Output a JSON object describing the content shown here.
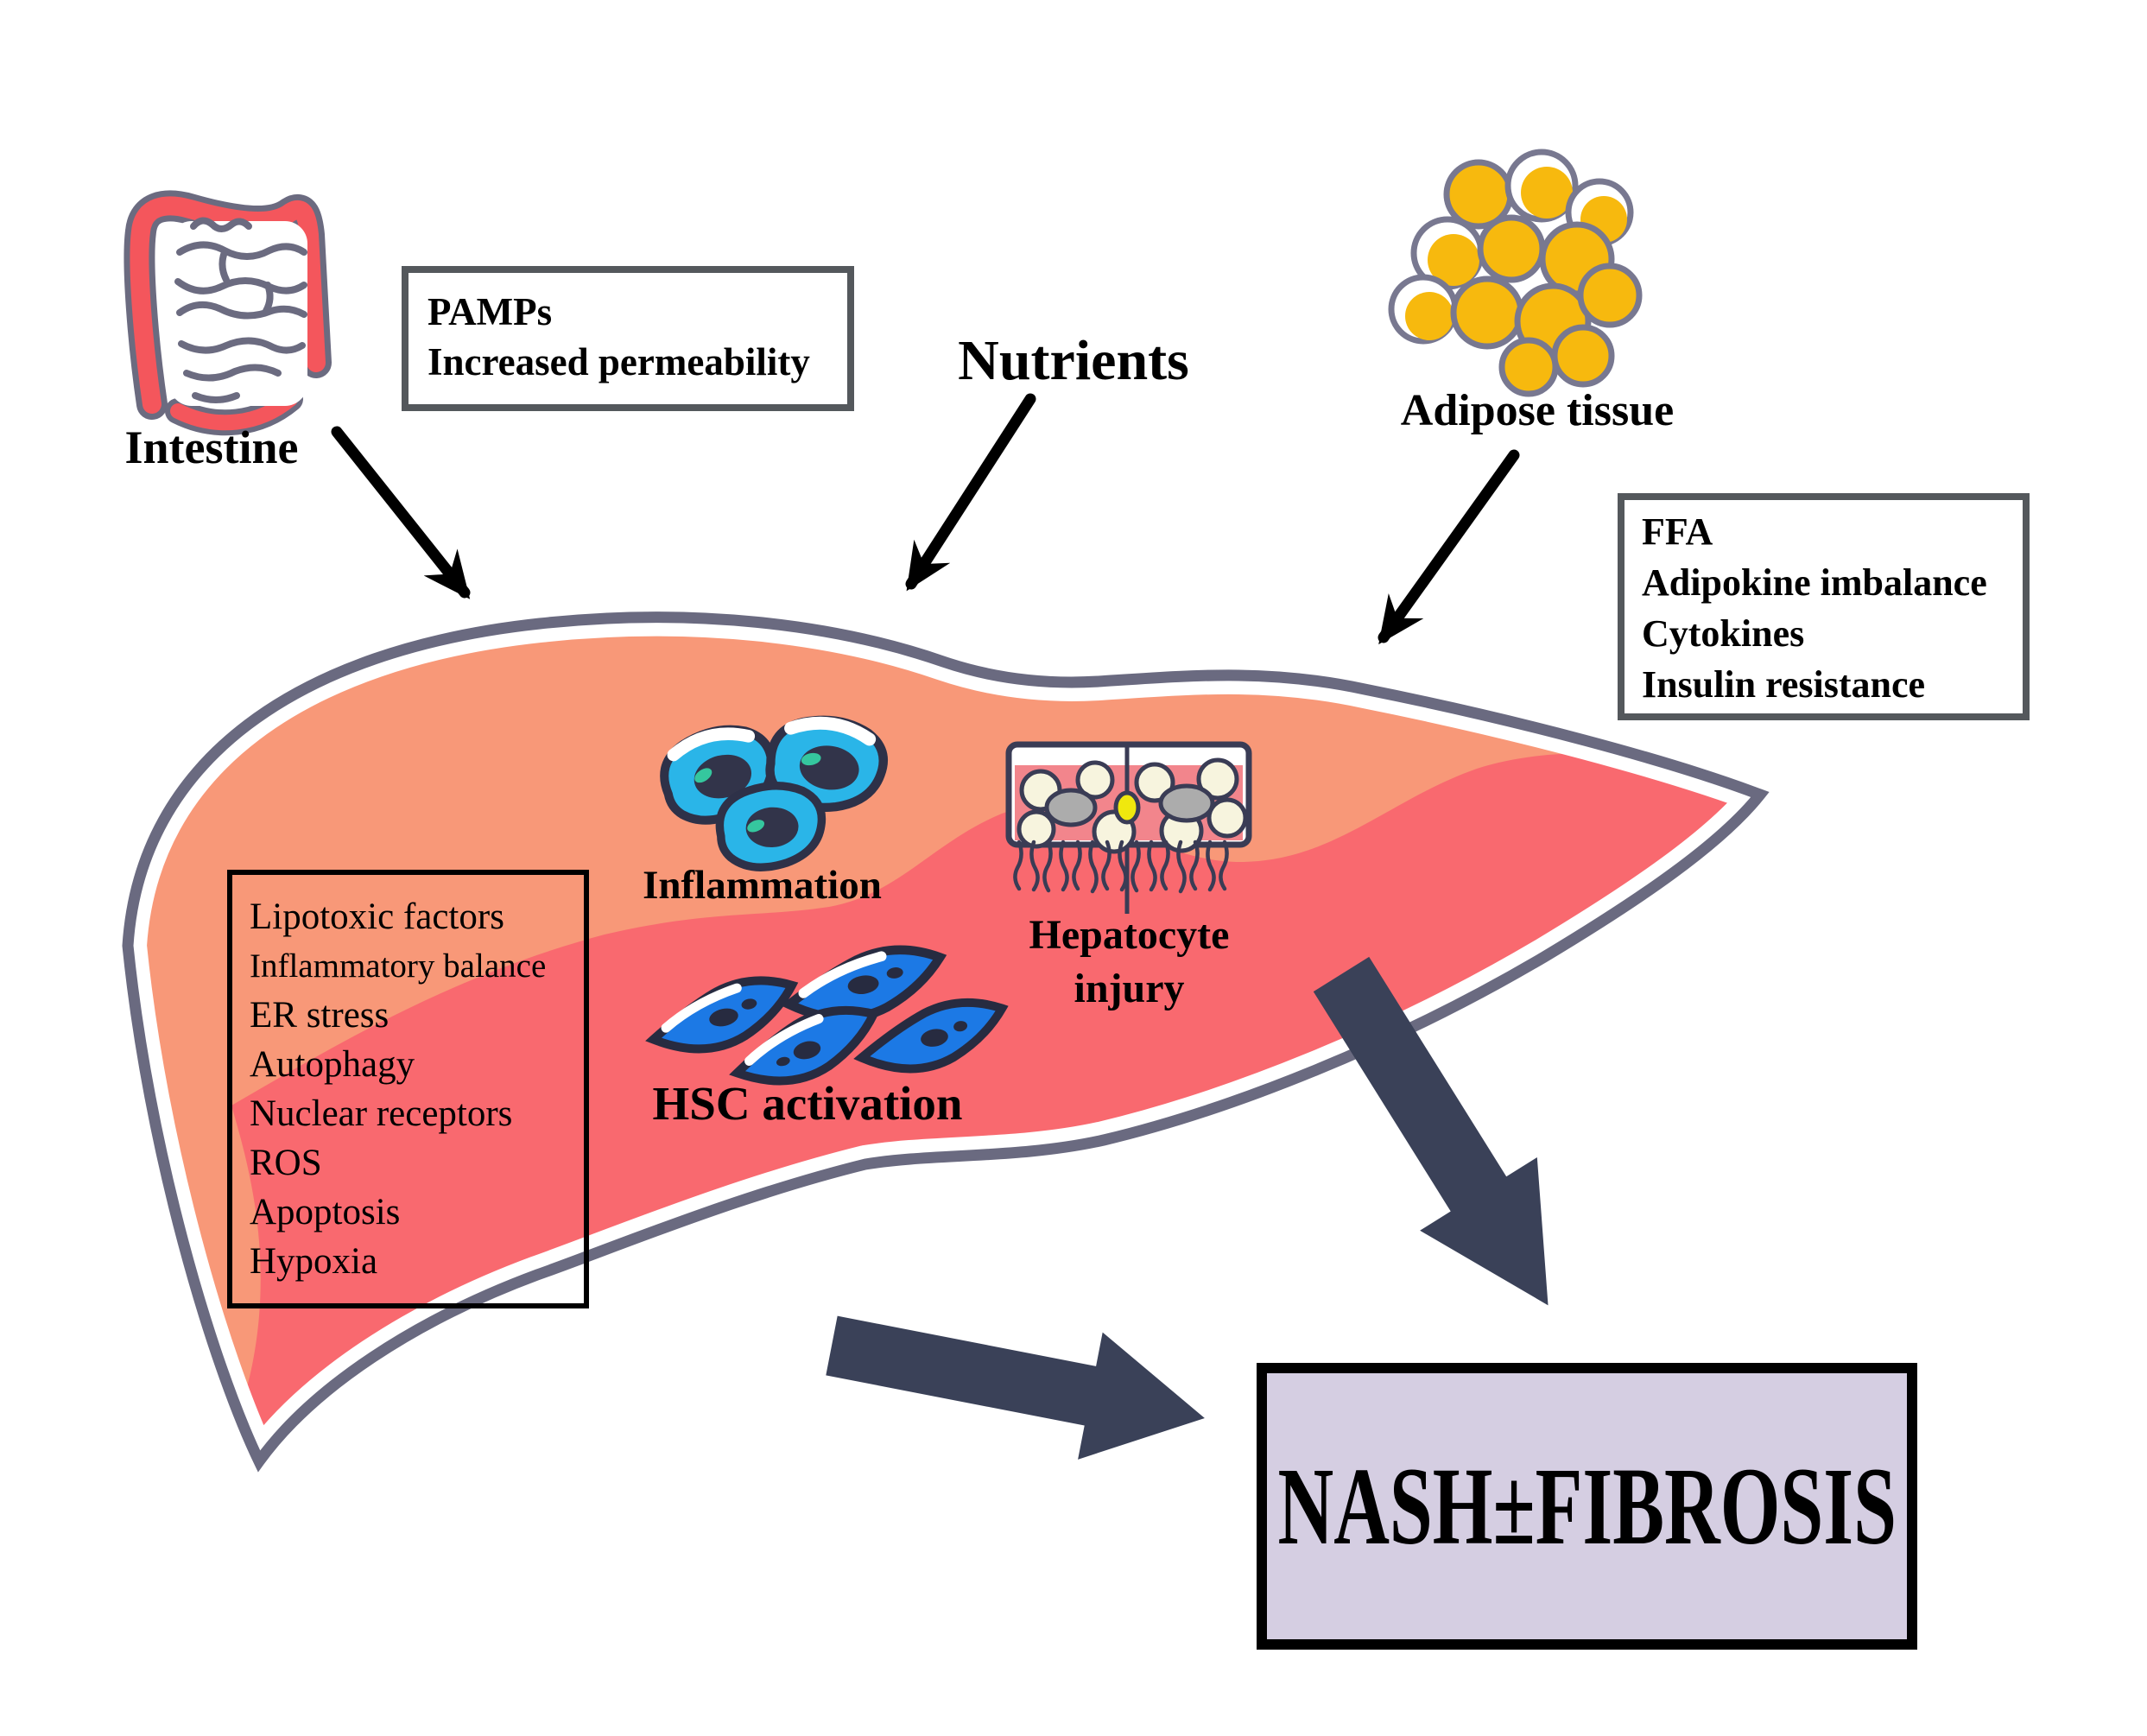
{
  "labels": {
    "intestine": "Intestine",
    "nutrients": "Nutrients",
    "adipose": "Adipose tissue",
    "inflammation": "Inflammation",
    "hepatocyte_line1": "Hepatocyte",
    "hepatocyte_line2": "injury",
    "hsc": "HSC activation"
  },
  "boxes": {
    "pamps": {
      "lines": [
        "PAMPs",
        "Increased permeability"
      ]
    },
    "ffa": {
      "lines": [
        "FFA",
        "Adipokine imbalance",
        "Cytokines",
        "Insulin resistance"
      ]
    },
    "factors": {
      "lines": [
        "Lipotoxic factors",
        "Inflammatory balance",
        "ER stress",
        "Autophagy",
        "Nuclear receptors",
        "ROS",
        "Apoptosis",
        "Hypoxia"
      ]
    },
    "outcome": {
      "label": "NASH±FIBROSIS"
    }
  },
  "icons": {
    "intestine": "intestine-icon",
    "adipose": "adipose-tissue-icon",
    "liver": "liver-icon",
    "inflammation_cells": "inflammation-cells-icon",
    "hsc_cells": "hsc-cells-icon",
    "hepatocyte": "hepatocyte-injury-icon",
    "arrows": "flow-arrow-icon"
  },
  "colors": {
    "liver_light": "#F89878",
    "liver_dark": "#F9696F",
    "liver_outline": "#6A6A80",
    "intestine_red": "#F4565C",
    "adipose_fill": "#F7B90E",
    "inflammation_cell": "#2AB5E8",
    "hsc_cell": "#1C79E5",
    "hepatocyte_fill": "#F2858C",
    "big_arrow": "#3A4158",
    "outcome_bg": "#D5CEE2"
  }
}
